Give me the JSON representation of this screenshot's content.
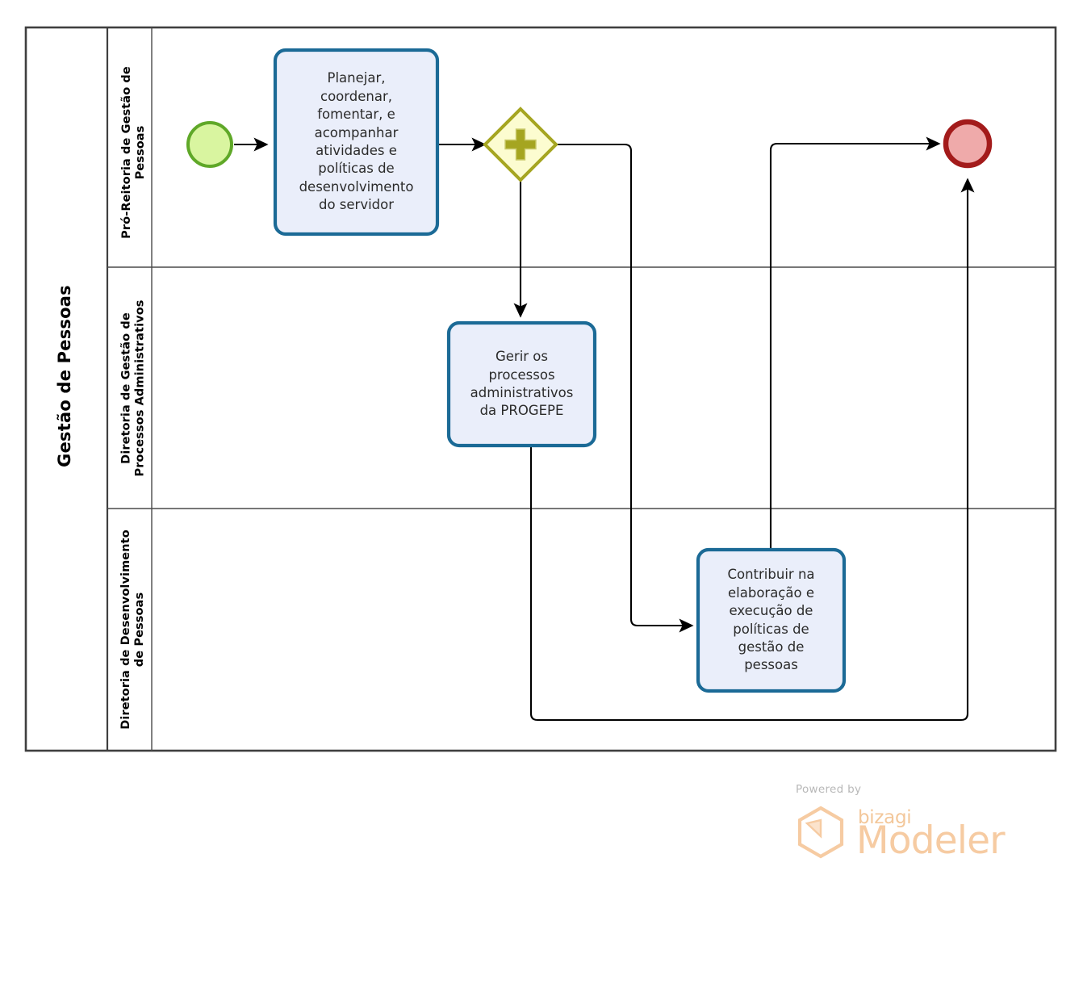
{
  "diagram": {
    "type": "bpmn-process",
    "pool": {
      "title": "Gestão de Pessoas",
      "lanes": [
        {
          "id": "lane-pro-reitoria",
          "title": "Pró-Reitoria de Gestão de\nPessoas"
        },
        {
          "id": "lane-diretoria-processos",
          "title": "Diretoria de Gestão de\nProcessos Administrativos"
        },
        {
          "id": "lane-diretoria-desenvolvimento",
          "title": "Diretoria de Desenvolvimento\nde Pessoas"
        }
      ]
    },
    "events": [
      {
        "id": "start-event",
        "kind": "start",
        "label": "",
        "lane": "lane-pro-reitoria"
      },
      {
        "id": "end-event",
        "kind": "end",
        "label": "",
        "lane": "lane-pro-reitoria"
      }
    ],
    "gateways": [
      {
        "id": "parallel-gateway",
        "kind": "parallel",
        "symbol": "+",
        "label": "",
        "lane": "lane-pro-reitoria"
      }
    ],
    "tasks": [
      {
        "id": "task-planejar",
        "label": "Planejar,\ncoordenar,\nfomentar, e\nacompanhar\natividades e\npolíticas de\ndesenvolvimento\ndo servidor",
        "lane": "lane-pro-reitoria"
      },
      {
        "id": "task-gerir",
        "label": "Gerir os\nprocessos\nadministrativos\nda PROGEPE",
        "lane": "lane-diretoria-processos"
      },
      {
        "id": "task-contribuir",
        "label": "Contribuir na\nelaboração e\nexecução de\npolíticas de\ngestão de\npessoas",
        "lane": "lane-diretoria-desenvolvimento"
      }
    ],
    "flows": [
      {
        "id": "flow-start-to-planejar",
        "from": "start-event",
        "to": "task-planejar"
      },
      {
        "id": "flow-planejar-to-gateway",
        "from": "task-planejar",
        "to": "parallel-gateway"
      },
      {
        "id": "flow-gateway-to-gerir",
        "from": "parallel-gateway",
        "to": "task-gerir"
      },
      {
        "id": "flow-gateway-to-contribuir",
        "from": "parallel-gateway",
        "to": "task-contribuir"
      },
      {
        "id": "flow-contribuir-to-end",
        "from": "task-contribuir",
        "to": "end-event"
      },
      {
        "id": "flow-gerir-to-end",
        "from": "task-gerir",
        "to": "end-event"
      }
    ]
  },
  "watermark": {
    "powered_by": "Powered by",
    "brand_small": "bizagi",
    "brand_large": "Modeler"
  },
  "colors": {
    "task_border": "#1b6a96",
    "task_fill": "#eaeefa",
    "start_event_border": "#5fa828",
    "start_event_fill": "#d9f5a0",
    "end_event_border": "#a31b1b",
    "end_event_fill": "#efaaaa",
    "gateway_border": "#a5a520",
    "gateway_fill": "#fcfcd0",
    "gateway_symbol": "#a5a520",
    "pool_border": "#3f3f3f",
    "lane_border": "#4a4a4a",
    "connector": "#000000",
    "watermark_orange": "#f6cba2"
  }
}
